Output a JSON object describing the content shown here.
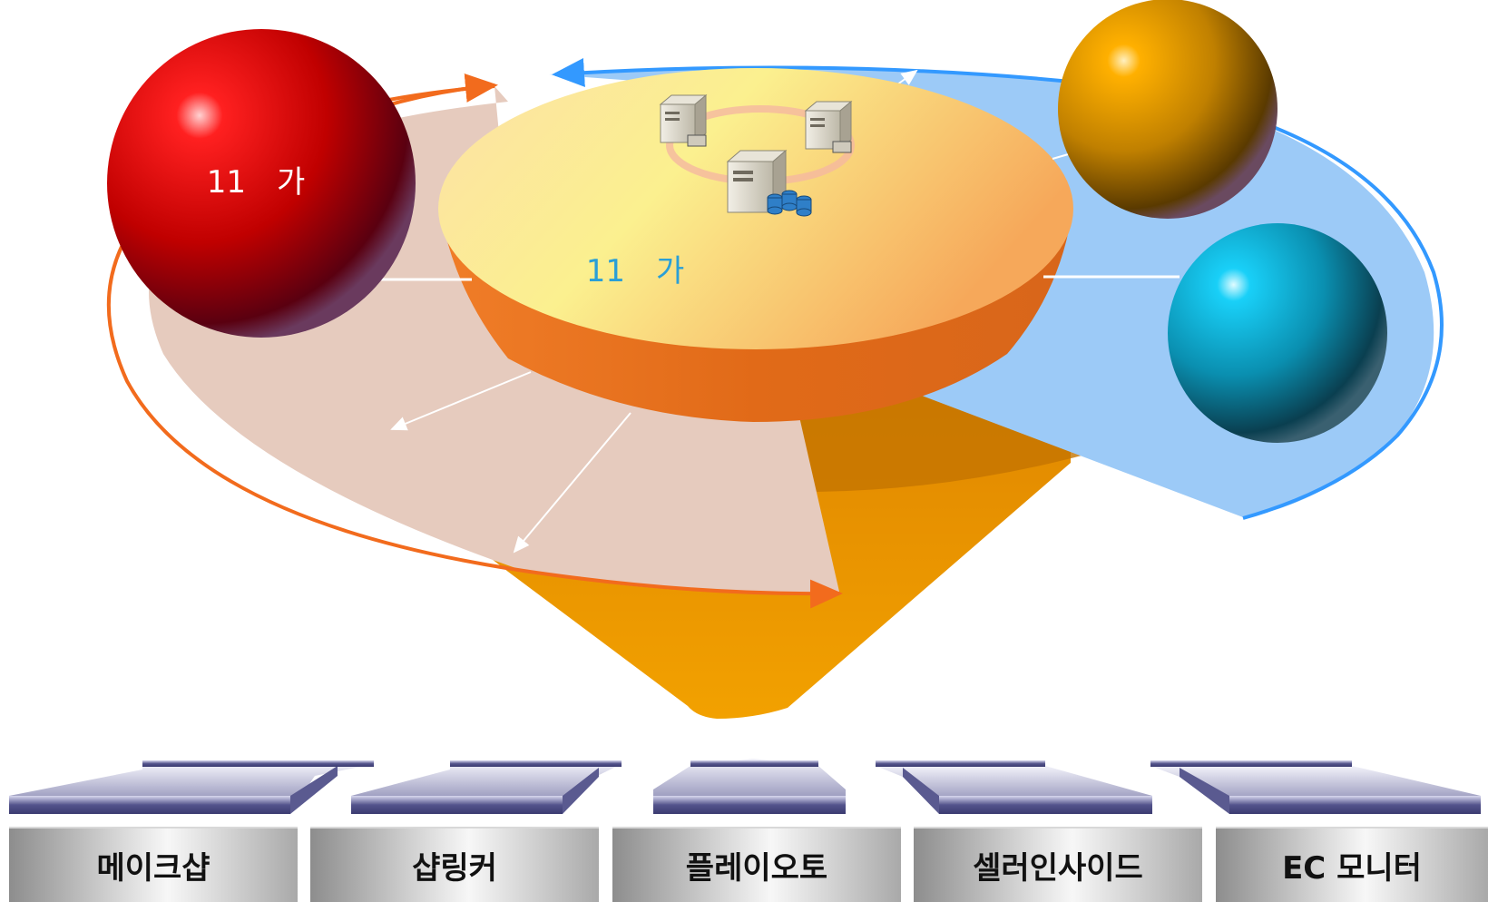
{
  "spheres": {
    "red": {
      "label": "11　가",
      "color": "#d40000"
    },
    "gold": {
      "label": "",
      "color": "#d99600"
    },
    "cyan": {
      "label": "",
      "color": "#0aa8c8"
    }
  },
  "center": {
    "label": "11　가",
    "label_color": "#2a9fd6"
  },
  "colors": {
    "orange_ring": "#f26b1d",
    "blue_ring": "#3399ff",
    "blue_panel": "#9ccaf7",
    "peach_panel": "#e6cbbe",
    "cone": "#e08a00",
    "disk_top": "#fbe98f"
  },
  "icons": [
    "server-icon",
    "server-icon",
    "database-server-icon"
  ],
  "buttons": [
    {
      "label": "메이크샵"
    },
    {
      "label": "샵링커"
    },
    {
      "label": "플레이오토"
    },
    {
      "label": "셀러인사이드"
    },
    {
      "label": "EC 모니터"
    }
  ]
}
